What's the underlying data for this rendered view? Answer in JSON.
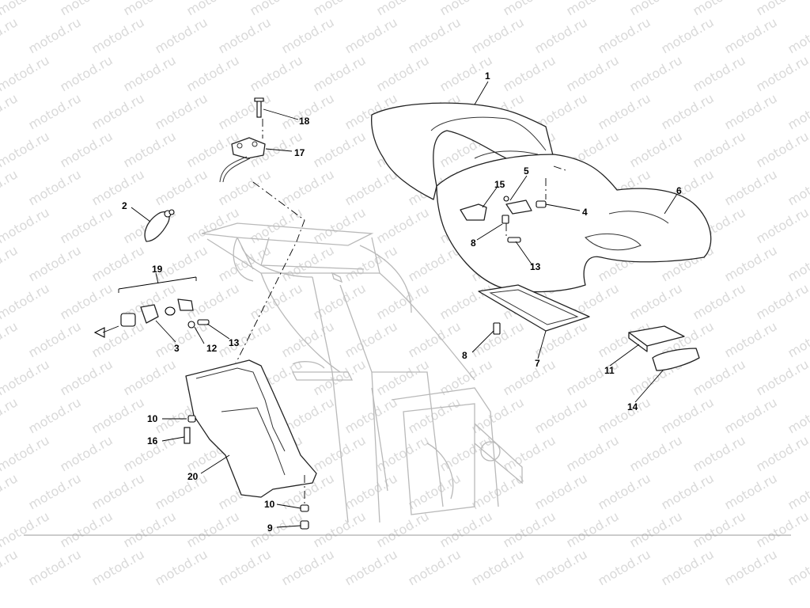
{
  "watermark": {
    "text": "motod.ru"
  },
  "callouts": [
    {
      "id": "1",
      "label": "1"
    },
    {
      "id": "2",
      "label": "2"
    },
    {
      "id": "3",
      "label": "3"
    },
    {
      "id": "4",
      "label": "4"
    },
    {
      "id": "5",
      "label": "5"
    },
    {
      "id": "6",
      "label": "6"
    },
    {
      "id": "7",
      "label": "7"
    },
    {
      "id": "8a",
      "label": "8"
    },
    {
      "id": "8b",
      "label": "8"
    },
    {
      "id": "9",
      "label": "9"
    },
    {
      "id": "10a",
      "label": "10"
    },
    {
      "id": "10b",
      "label": "10"
    },
    {
      "id": "11",
      "label": "11"
    },
    {
      "id": "12",
      "label": "12"
    },
    {
      "id": "13a",
      "label": "13"
    },
    {
      "id": "13b",
      "label": "13"
    },
    {
      "id": "14",
      "label": "14"
    },
    {
      "id": "15",
      "label": "15"
    },
    {
      "id": "16",
      "label": "16"
    },
    {
      "id": "17",
      "label": "17"
    },
    {
      "id": "18",
      "label": "18"
    },
    {
      "id": "19",
      "label": "19"
    },
    {
      "id": "20",
      "label": "20"
    }
  ]
}
